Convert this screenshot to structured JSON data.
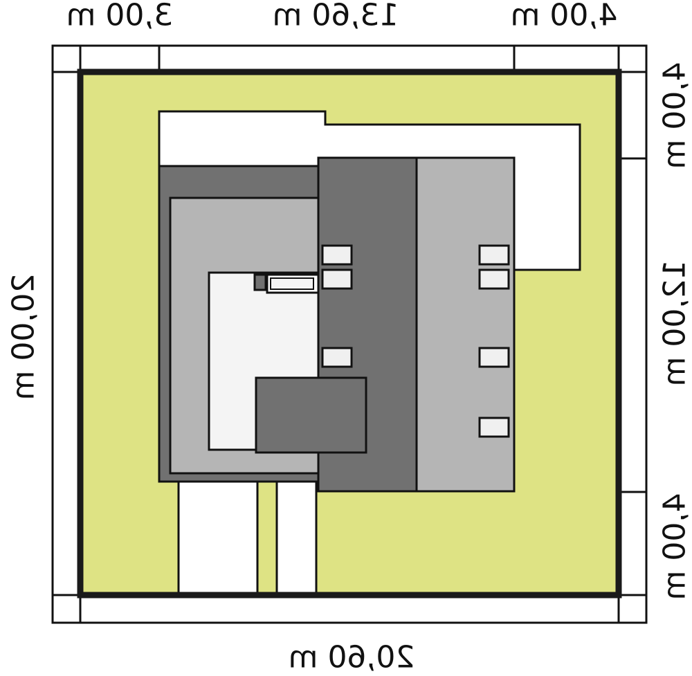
{
  "dimensions": {
    "top_left": "3,00 m",
    "top_middle": "13,60 m",
    "top_right": "4,00 m",
    "bottom": "20,60 m",
    "left": "20,00 m",
    "right_top": "4,00 m",
    "right_middle": "12,00 m",
    "right_bottom": "4,00 m"
  },
  "colors": {
    "plot": "#dee384",
    "roof_dark": "#717171",
    "roof_light": "#b5b5b5",
    "border": "#111111",
    "paved": "#ffffff",
    "patio": "#f4f4f4"
  }
}
